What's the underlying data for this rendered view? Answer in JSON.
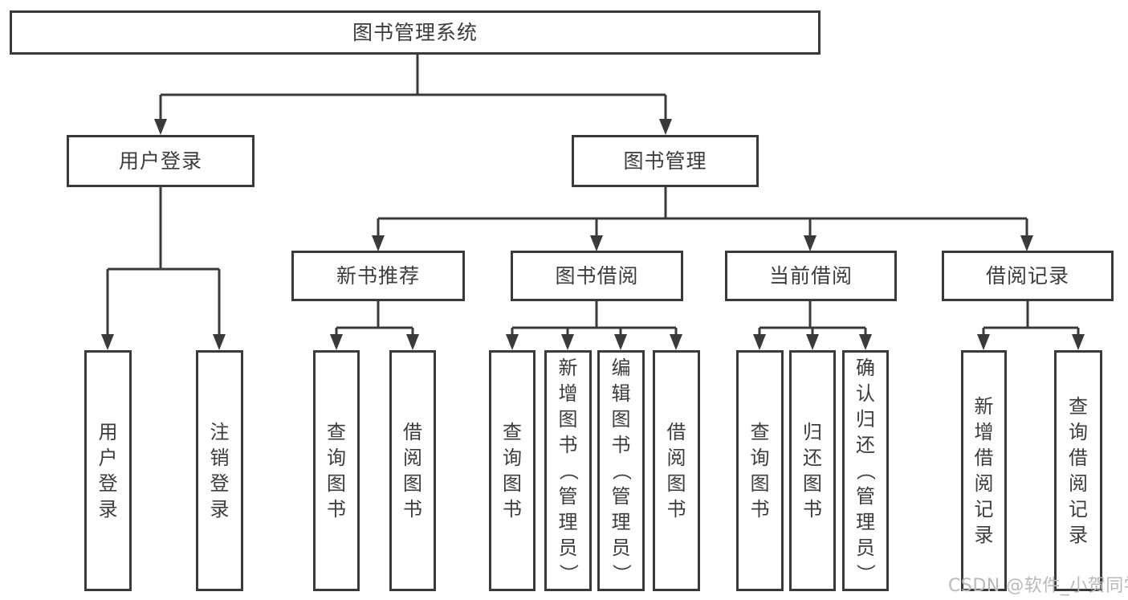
{
  "diagram": {
    "title": "图书管理系统",
    "colors": {
      "line": "#3a3a3a",
      "text": "#3c3c3c",
      "watermark": "#b9b9b9",
      "background": "#ffffff"
    },
    "tree": {
      "label": "图书管理系统",
      "children": [
        {
          "label": "用户登录",
          "children": [
            {
              "label": "用户登录"
            },
            {
              "label": "注销登录"
            }
          ]
        },
        {
          "label": "图书管理",
          "children": [
            {
              "label": "新书推荐",
              "children": [
                {
                  "label": "查询图书"
                },
                {
                  "label": "借阅图书"
                }
              ]
            },
            {
              "label": "图书借阅",
              "children": [
                {
                  "label": "查询图书"
                },
                {
                  "label": "新增图书（管理员）"
                },
                {
                  "label": "编辑图书（管理员）"
                },
                {
                  "label": "借阅图书"
                }
              ]
            },
            {
              "label": "当前借阅",
              "children": [
                {
                  "label": "查询图书"
                },
                {
                  "label": "归还图书"
                },
                {
                  "label": "确认归还（管理员）"
                }
              ]
            },
            {
              "label": "借阅记录",
              "children": [
                {
                  "label": "新增借阅记录"
                },
                {
                  "label": "查询借阅记录"
                }
              ]
            }
          ]
        }
      ]
    }
  },
  "watermark": {
    "text": "CSDN @软件_小贺同学"
  }
}
